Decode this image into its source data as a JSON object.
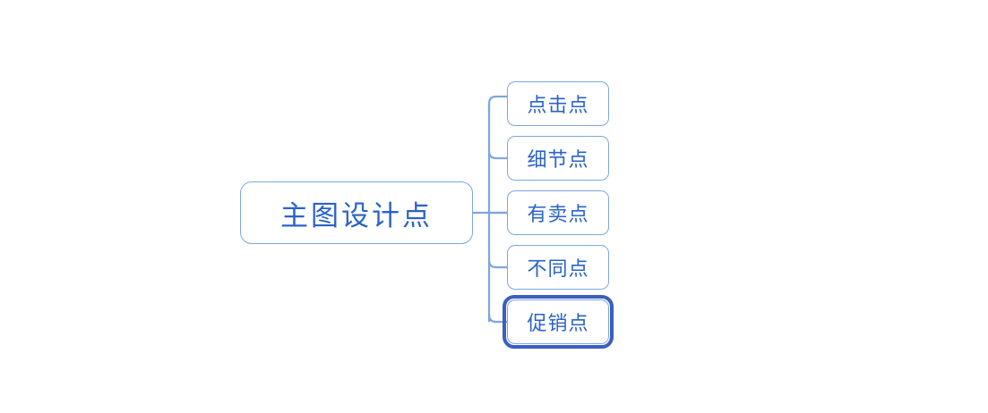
{
  "diagram": {
    "type": "mind-map",
    "orientation": "left-to-right",
    "background_color": "#ffffff",
    "node_border_color": "#7da7dd",
    "node_text_color": "#2b63c6",
    "connector_color": "#7da7dd",
    "selection_color": "#3b5ec0",
    "root": {
      "label": "主图设计点"
    },
    "children": [
      {
        "label": "点击点",
        "selected": false
      },
      {
        "label": "细节点",
        "selected": false
      },
      {
        "label": "有卖点",
        "selected": false
      },
      {
        "label": "不同点",
        "selected": false
      },
      {
        "label": "促销点",
        "selected": true
      }
    ]
  }
}
